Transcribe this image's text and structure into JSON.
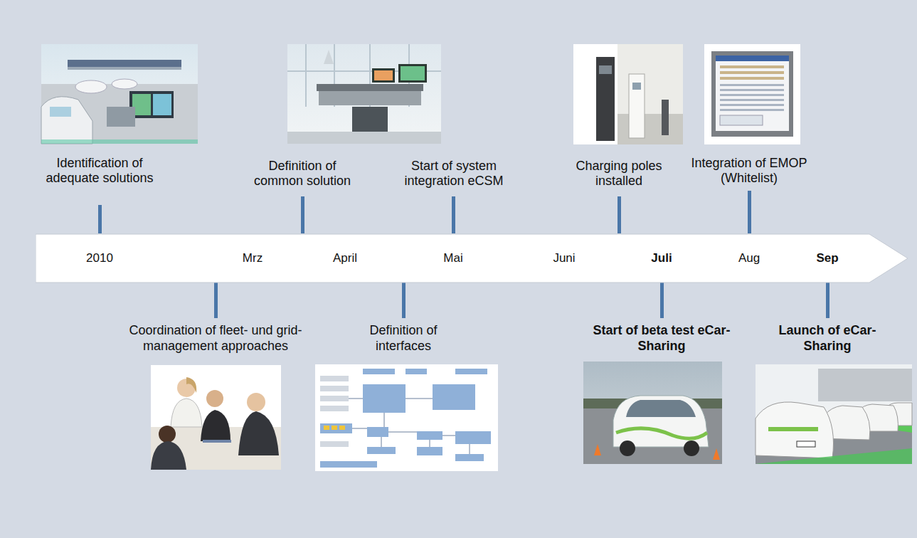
{
  "diagram": {
    "nodes": [
      {
        "text": [
          "2010",
          "Mrz",
          "April",
          "Mai",
          "Juni",
          "Juli",
          "Aug",
          "Sep"
        ]
      }
    ],
    "labels": [
      "Identification of adequate solutions",
      "Coordination of fleet- und grid-management approaches",
      "Definition of common solution",
      "Definition of interfaces",
      "Start of system integration eCSM",
      "Charging poles installed",
      "Start of beta test eCar-Sharing",
      "Integration of EMOP (Whitelist)",
      "Launch of eCar-Sharing"
    ]
  }
}
